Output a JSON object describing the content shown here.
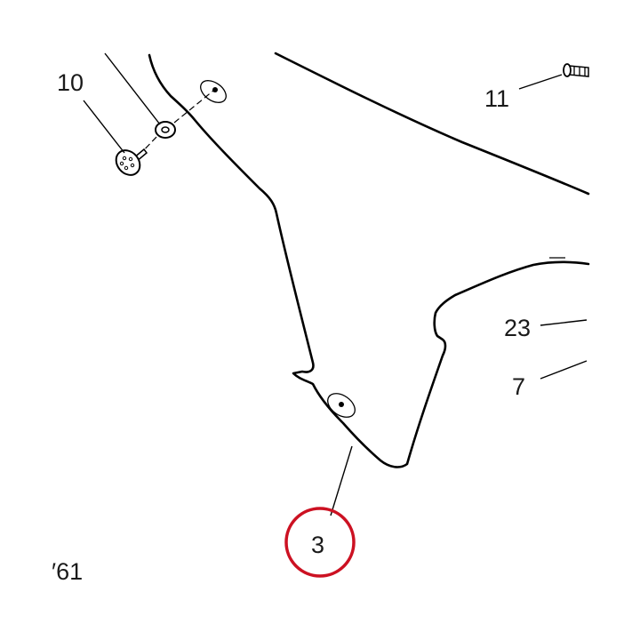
{
  "callouts": {
    "c10": "10",
    "c11": "11",
    "c23": "23",
    "c7": "7",
    "c3": "3"
  },
  "drawing_code": "′61",
  "highlight_color": "#cc1122"
}
